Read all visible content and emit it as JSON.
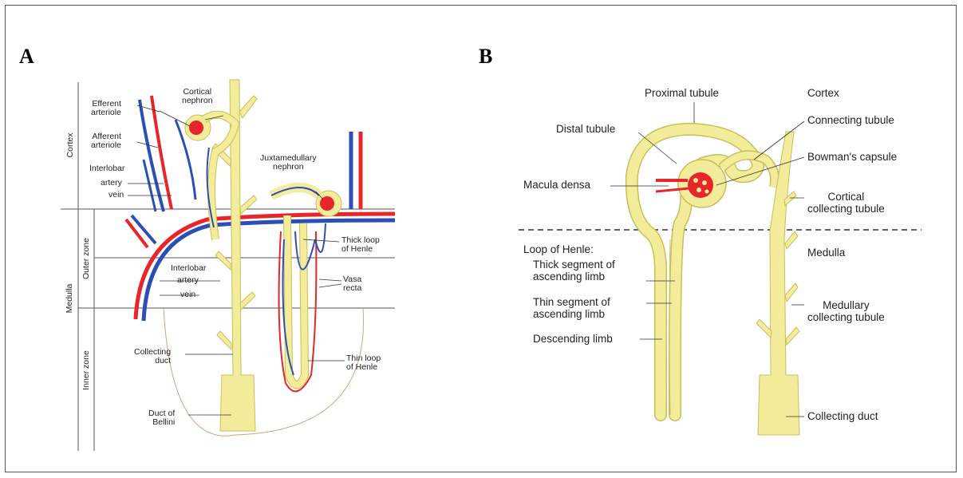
{
  "panels": {
    "a": {
      "letter": "A",
      "zones": {
        "cortex": "Cortex",
        "medulla": "Medulla",
        "outer_zone": "Outer zone",
        "inner_zone": "Inner zone"
      },
      "labels": {
        "efferent_arteriole": "Efferent\narteriole",
        "cortical_nephron": "Cortical\nnephron",
        "afferent_arteriole": "Afferent\narteriole",
        "interlobar_cortex": "Interlobar",
        "artery_cortex": "artery",
        "vein_cortex": "vein",
        "juxtamedullary_nephron": "Juxtamedullary\nnephron",
        "thick_loop": "Thick loop\nof Henle",
        "interlobar_medulla": "Interlobar",
        "artery_medulla": "artery",
        "vein_medulla": "vein",
        "vasa_recta": "Vasa\nrecta",
        "collecting_duct": "Collecting\nduct",
        "thin_loop": "Thin loop\nof Henle",
        "duct_of_bellini": "Duct of\nBellini"
      }
    },
    "b": {
      "letter": "B",
      "labels": {
        "proximal_tubule": "Proximal tubule",
        "cortex": "Cortex",
        "distal_tubule": "Distal tubule",
        "connecting_tubule": "Connecting tubule",
        "bowmans_capsule": "Bowman's capsule",
        "macula_densa": "Macula densa",
        "cortical_collecting_tubule": "Cortical\ncollecting tubule",
        "loop_of_henle": "Loop of Henle:",
        "thick_segment": "Thick segment of\nascending limb",
        "medulla": "Medulla",
        "thin_segment": "Thin segment of\nascending limb",
        "medullary_collecting_tubule": "Medullary\ncollecting tubule",
        "descending_limb": "Descending limb",
        "collecting_duct": "Collecting duct"
      }
    }
  },
  "colors": {
    "tubule": "#f3ec9a",
    "tubule_edge": "#c8bf5a",
    "artery": "#e8262a",
    "vein": "#2b4fb5"
  }
}
